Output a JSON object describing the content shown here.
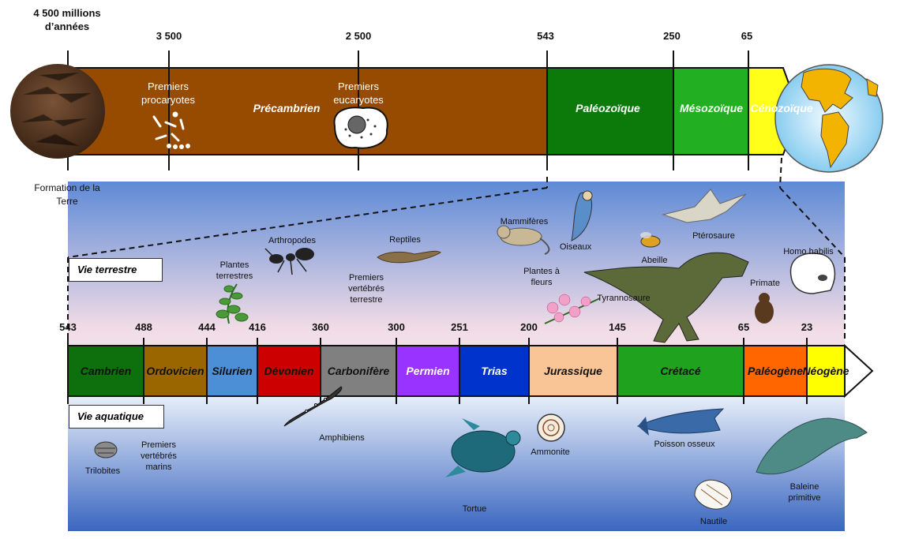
{
  "top": {
    "start_label": "4 500 millions d’années",
    "ticks": [
      "3 500",
      "2 500",
      "543",
      "250",
      "65"
    ],
    "earth_label": "Formation de la Terre",
    "eras": [
      "Précambrien",
      "Paléozoïque",
      "Mésozoïque",
      "Cénozoïque"
    ],
    "procaryotes": "Premiers procaryotes",
    "eucaryotes": "Premiers eucaryotes"
  },
  "colors": {
    "precambrien": "#964B00",
    "paleozoique": "#0B7A0B",
    "mesozoique": "#22B022",
    "cenozoique": "#FFFF1A"
  },
  "bottom": {
    "vie_terrestre": "Vie terrestre",
    "vie_aquatique": "Vie aquatique",
    "ticks": [
      "543",
      "488",
      "444",
      "416",
      "360",
      "300",
      "251",
      "200",
      "145",
      "65",
      "23"
    ],
    "periods": [
      {
        "name": "Cambrien",
        "color": "#0D700D"
      },
      {
        "name": "Ordovicien",
        "color": "#996600"
      },
      {
        "name": "Silurien",
        "color": "#4D8FD6"
      },
      {
        "name": "Dévonien",
        "color": "#CC0000"
      },
      {
        "name": "Carbonifère",
        "color": "#808080"
      },
      {
        "name": "Permien",
        "color": "#9933FF"
      },
      {
        "name": "Trias",
        "color": "#0033CC"
      },
      {
        "name": "Jurassique",
        "color": "#F9C596"
      },
      {
        "name": "Crétacé",
        "color": "#1FA31F"
      },
      {
        "name": "Paléogène",
        "color": "#FF6600"
      },
      {
        "name": "Néogène",
        "color": "#FFFF00"
      }
    ]
  },
  "labels": {
    "arthropodes": "Arthropodes",
    "plantes_terrestres": "Plantes terrestres",
    "reptiles": "Reptiles",
    "premiers_vertebres_terrestres": "Premiers vertébrés terrestre",
    "mammiferes": "Mammifères",
    "oiseaux": "Oiseaux",
    "plantes_fleurs": "Plantes à fleurs",
    "tyrannosaure": "Tyrannosaure",
    "abeille": "Abeille",
    "pterosaure": "Ptérosaure",
    "homo_habilis": "Homo habilis",
    "primate": "Primate",
    "trilobites": "Trilobites",
    "premiers_vertebres_marins": "Premiers vertébrés marins",
    "amphibiens": "Amphibiens",
    "tortue": "Tortue",
    "ammonite": "Ammonite",
    "poisson_osseux": "Poisson osseux",
    "nautile": "Nautile",
    "baleine": "Baleine primitive"
  }
}
